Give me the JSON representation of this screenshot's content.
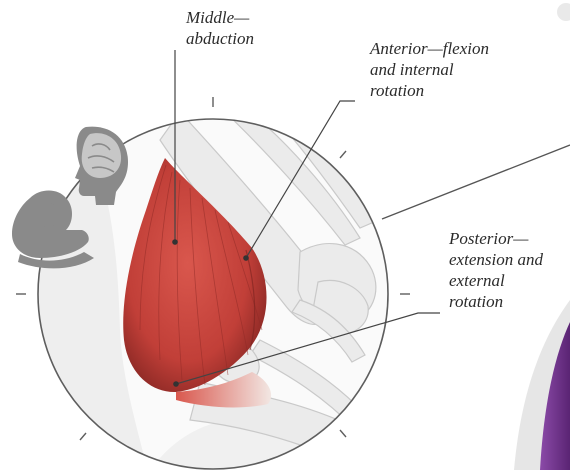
{
  "labels": {
    "middle": [
      "Middle—",
      "abduction"
    ],
    "anterior": [
      "Anterior—flexion",
      "and internal",
      "rotation"
    ],
    "posterior": [
      "Posterior—",
      "extension and",
      "external",
      "rotation"
    ]
  },
  "icons": {
    "head": "human-head-brain-icon",
    "baby": "baby-in-hand-icon",
    "figure": "purple-figure-edge-icon"
  },
  "colors": {
    "muscle": "#c9463f",
    "muscle_dark": "#8f2a26",
    "bone": "#efefef",
    "icon_gray": "#8a8a8a",
    "accent_purple": "#6a2f86"
  }
}
